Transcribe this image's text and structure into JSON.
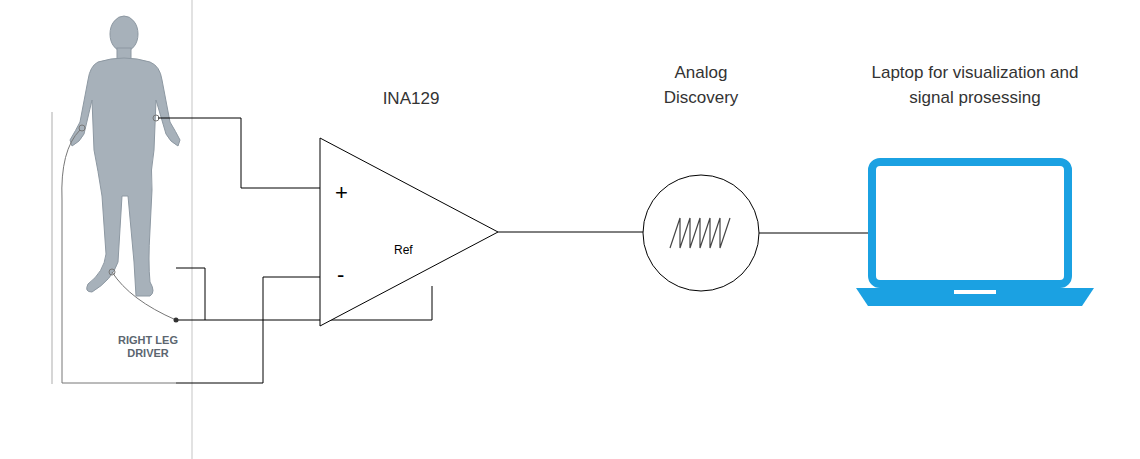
{
  "diagram": {
    "nodes": [
      {
        "text": [
          "INA129"
        ]
      },
      {
        "text": [
          "Analog Discovery"
        ]
      },
      {
        "text": [
          "Laptop for visualization and signal prosessing"
        ]
      }
    ],
    "edges": [
      {
        "from": 0,
        "to": 1,
        "arrow": "none"
      },
      {
        "from": 1,
        "to": 2,
        "arrow": "none"
      }
    ],
    "labels": [
      "+",
      "-",
      "Ref",
      "RIGHT LEG DRIVER"
    ]
  }
}
